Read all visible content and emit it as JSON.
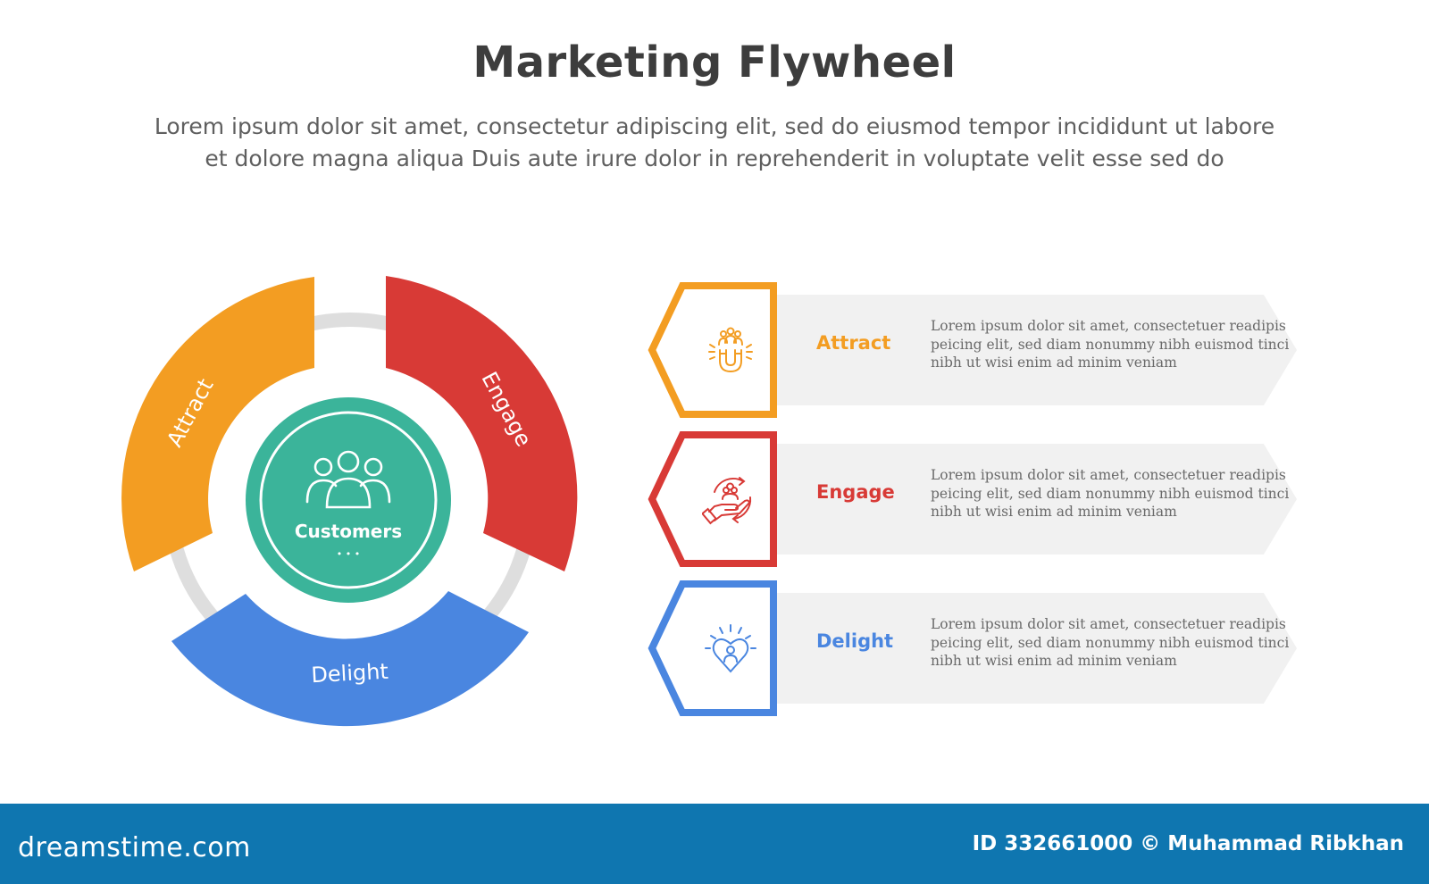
{
  "title": "Marketing Flywheel",
  "subtitle": {
    "line1": "Lorem ipsum dolor sit amet, consectetur adipiscing elit, sed do eiusmod tempor incididunt ut labore",
    "line2": "et dolore magna aliqua Duis aute irure dolor in reprehenderit in voluptate velit esse sed do"
  },
  "wheel": {
    "center_label": "Customers",
    "center_dots": "• • •",
    "segments": [
      {
        "label": "Attract",
        "color": "#f39d22"
      },
      {
        "label": "Engage",
        "color": "#d83a36"
      },
      {
        "label": "Delight",
        "color": "#4a86e0"
      }
    ],
    "center_color": "#3bb49a",
    "ring_color": "#dedede"
  },
  "stages": [
    {
      "label": "Attract",
      "color": "#f39d22",
      "icon": "magnet-people-icon",
      "lines": [
        "Lorem ipsum dolor sit amet, consectetuer readipis",
        "peicing elit, sed diam nonummy nibh euismod tinci",
        "nibh ut wisi enim ad minim veniam"
      ]
    },
    {
      "label": "Engage",
      "color": "#d83a36",
      "icon": "hand-people-cycle-icon",
      "lines": [
        "Lorem ipsum dolor sit amet, consectetuer readipis",
        "peicing elit, sed diam nonummy nibh euismod tinci",
        "nibh ut wisi enim ad minim veniam"
      ]
    },
    {
      "label": "Delight",
      "color": "#4a86e0",
      "icon": "heart-person-icon",
      "lines": [
        "Lorem ipsum dolor sit amet, consectetuer readipis",
        "peicing elit, sed diam nonummy nibh euismod tinci",
        "nibh ut wisi enim ad minim veniam"
      ]
    }
  ],
  "footer": {
    "brand": "dreamstime.com",
    "credit": "ID 332661000 © Muhammad Ribkhan",
    "background": "#0f76b0"
  }
}
